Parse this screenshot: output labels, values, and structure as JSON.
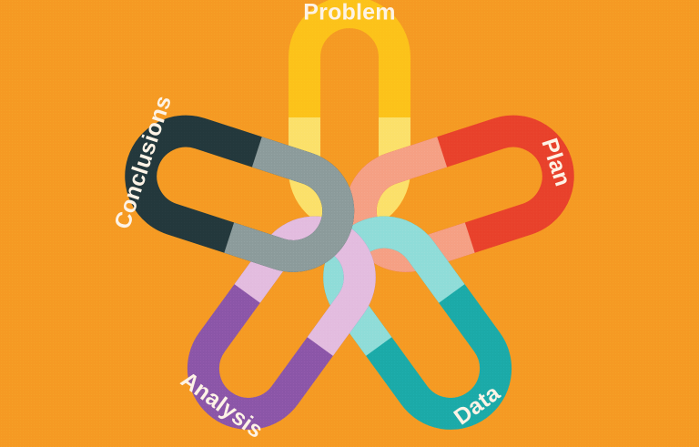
{
  "poster": {
    "title": "Interlocking chain cycle diagram",
    "background_color": "#f59a23",
    "label_color": "#fdf3e6",
    "link_count": 5
  },
  "diagram": {
    "type": "cycle",
    "shape": "pentagon",
    "links": [
      {
        "id": "problem",
        "label": "Problem",
        "color": "#fcc21a",
        "pale_color": "#fbe06a",
        "position": "top",
        "angle_deg": 0,
        "order": 1
      },
      {
        "id": "plan",
        "label": "Plan",
        "color": "#e8412b",
        "pale_color": "#f5a084",
        "position": "upper-right",
        "angle_deg": 72,
        "order": 2
      },
      {
        "id": "data",
        "label": "Data",
        "color": "#1baaa8",
        "pale_color": "#8fdcd8",
        "position": "lower-right",
        "angle_deg": 144,
        "order": 3
      },
      {
        "id": "analysis",
        "label": "Analysis",
        "color": "#8b56a8",
        "pale_color": "#e3bcdf",
        "position": "lower-left",
        "angle_deg": 216,
        "order": 4
      },
      {
        "id": "conclusions",
        "label": "Conclusions",
        "color": "#23383c",
        "pale_color": "#8c9b9b",
        "position": "upper-left",
        "angle_deg": 288,
        "order": 5
      }
    ]
  }
}
